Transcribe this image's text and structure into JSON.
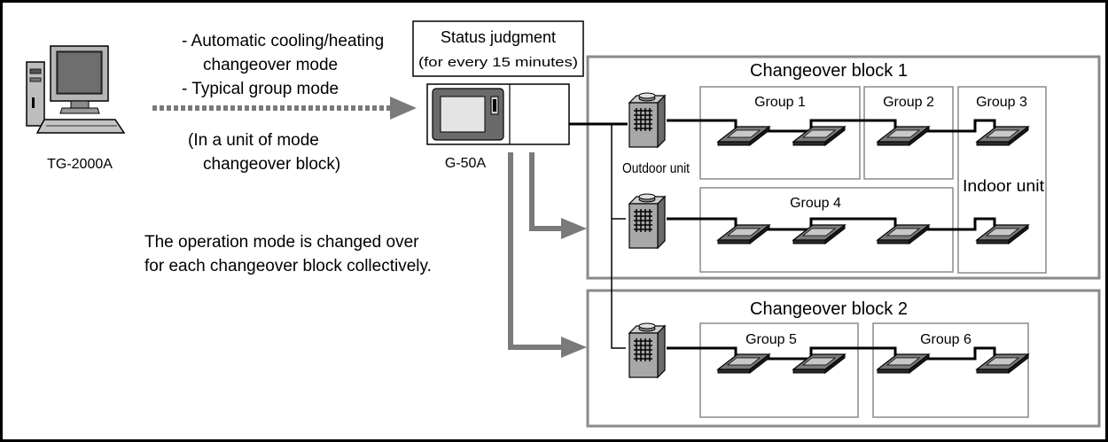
{
  "pc": {
    "label": "TG-2000A"
  },
  "controller": {
    "label": "G-50A"
  },
  "modes": {
    "line1": "- Automatic cooling/heating",
    "line2": "changeover mode",
    "line3": "- Typical group mode",
    "line4": "(In a unit of mode",
    "line5": "changeover block)"
  },
  "status_box": {
    "title": "Status judgment",
    "subtitle": "(for every 15 minutes)"
  },
  "note": {
    "line1": "The operation mode is changed over",
    "line2": "for each changeover block collectively."
  },
  "blocks": [
    {
      "label": "Changeover block 1",
      "outdoor_unit_label": "Outdoor unit",
      "indoor_unit_label": "Indoor unit",
      "groups": [
        {
          "label": "Group 1"
        },
        {
          "label": "Group 2"
        },
        {
          "label": "Group 3"
        },
        {
          "label": "Group 4"
        }
      ]
    },
    {
      "label": "Changeover block 2",
      "groups": [
        {
          "label": "Group 5"
        },
        {
          "label": "Group 6"
        }
      ]
    }
  ],
  "colors": {
    "outline": "#000000",
    "block_border": "#8a8a8a",
    "group_border": "#8a8a8a",
    "arrow": "#7a7a7a",
    "unit_face": "#a8a8a8",
    "unit_dark": "#5a5a5a",
    "indoor_top": "#9a9a9a",
    "screen": "#dcdcdc"
  },
  "icons": {
    "pc": "desktop-computer-icon",
    "controller": "central-controller-icon",
    "outdoor_unit": "outdoor-unit-icon",
    "indoor_unit": "ceiling-cassette-indoor-unit-icon"
  }
}
